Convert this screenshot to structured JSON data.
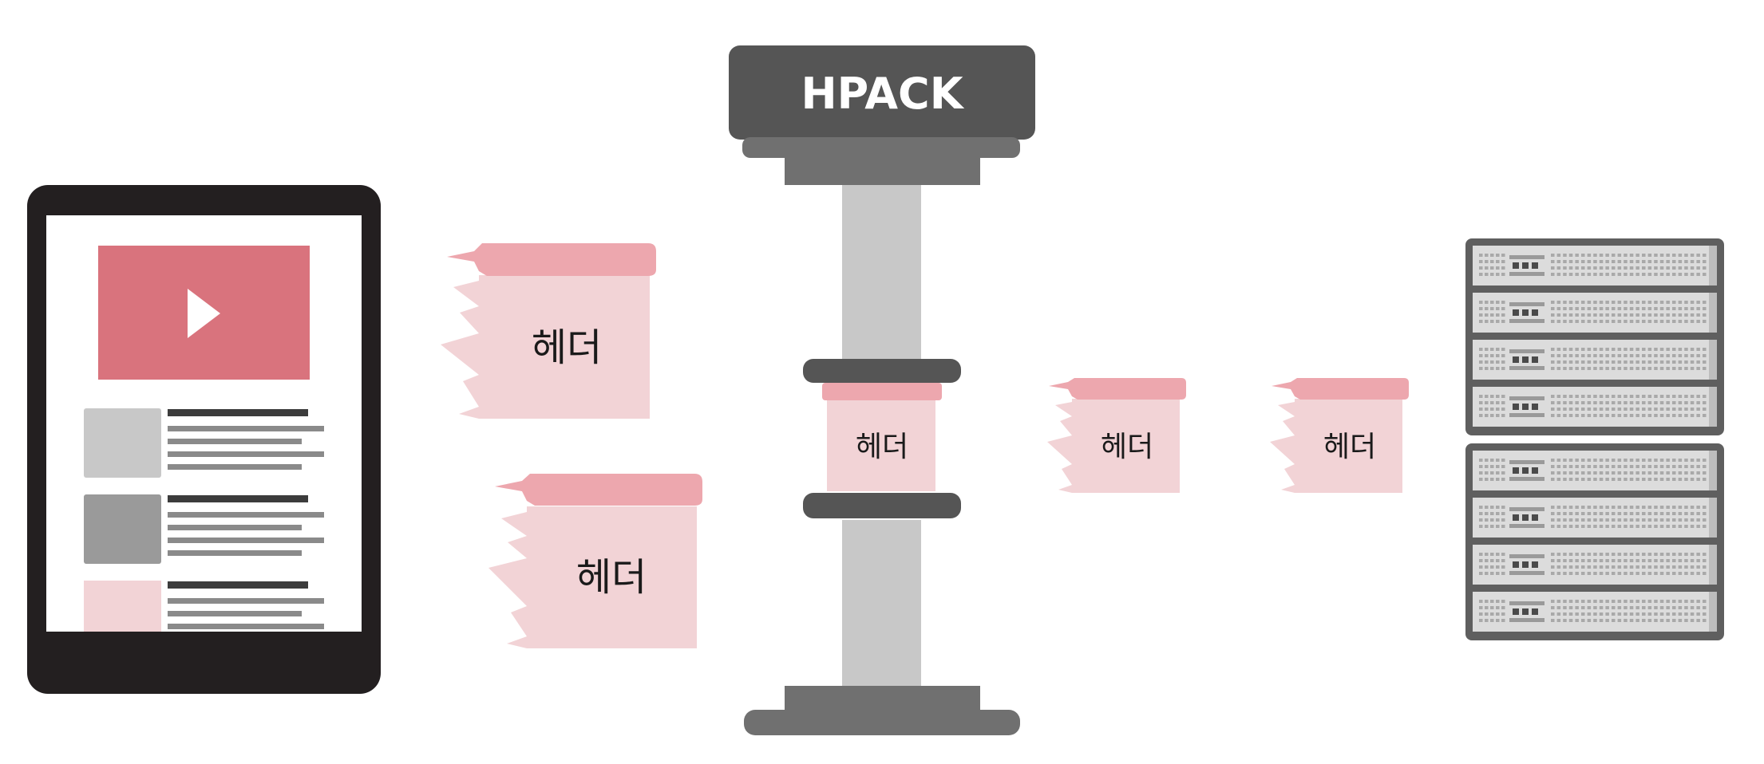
{
  "press": {
    "label": "HPACK"
  },
  "headers": {
    "large_1": "헤더",
    "large_2": "헤더",
    "compressed": "헤더",
    "small_1": "헤더",
    "small_2": "헤더"
  },
  "colors": {
    "tablet_frame": "#231f20",
    "video_tile": "#d9737d",
    "header_body": "#f2d3d6",
    "header_top": "#eda7ae",
    "press_dark": "#555555",
    "press_mid": "#707070",
    "press_column": "#c8c8c8",
    "server_rack": "#5f5f5f",
    "server_unit": "#dcdcdc"
  }
}
